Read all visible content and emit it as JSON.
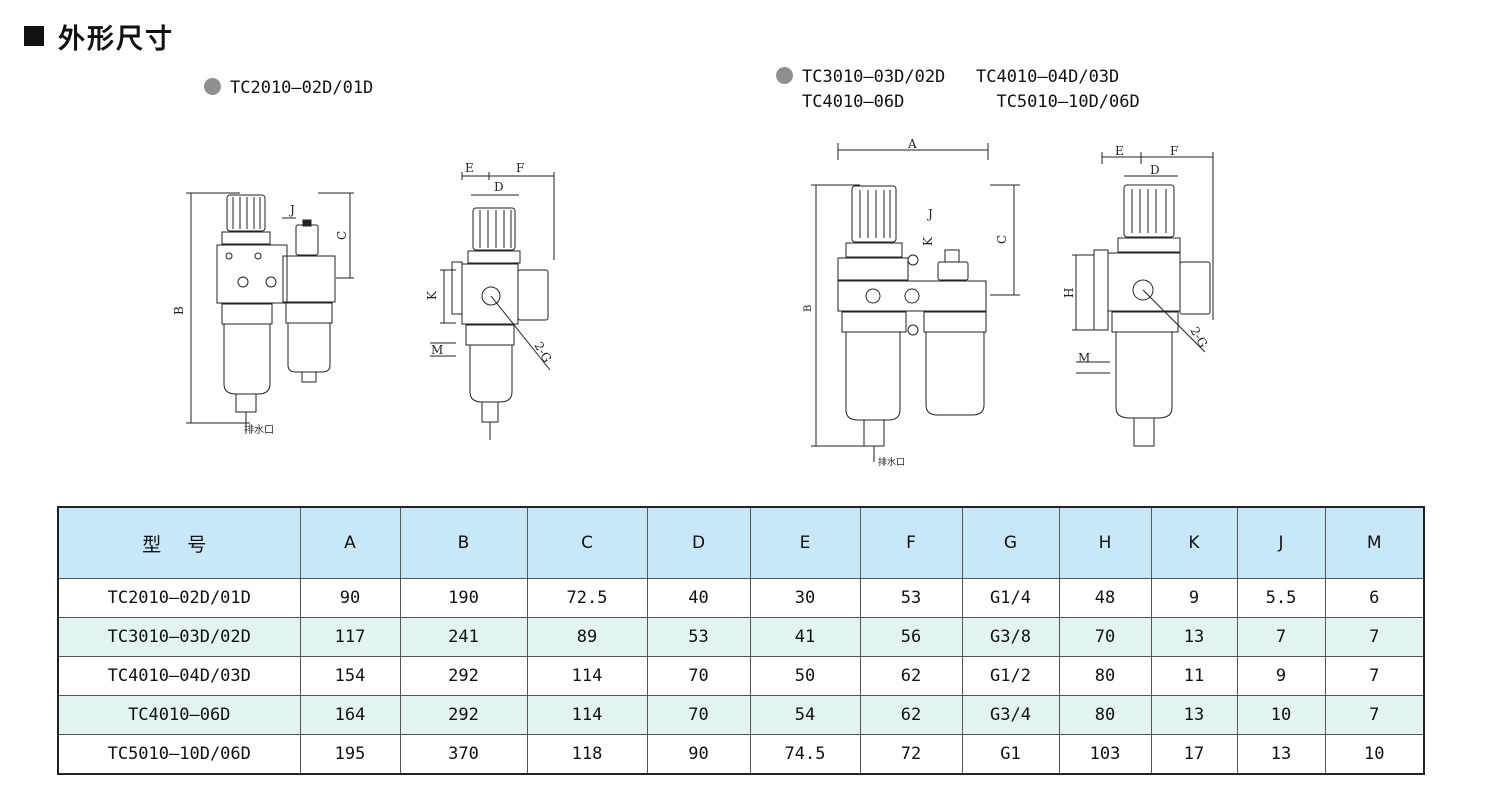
{
  "section": {
    "title": "外形尺寸"
  },
  "labels": {
    "left_model": "TC2010—02D/01D",
    "right_models": [
      "TC3010—03D/02D   TC4010—04D/03D",
      "TC4010—06D         TC5010—10D/06D"
    ],
    "drain": "排水口"
  },
  "dims": {
    "a": "A",
    "b": "B",
    "c": "C",
    "d": "D",
    "e": "E",
    "f": "F",
    "g": "2-G",
    "h": "H",
    "j": "J",
    "k": "K",
    "m": "M"
  },
  "table": {
    "headers": [
      "型 号",
      "A",
      "B",
      "C",
      "D",
      "E",
      "F",
      "G",
      "H",
      "K",
      "J",
      "M"
    ],
    "rows": [
      [
        "TC2010—02D/01D",
        "90",
        "190",
        "72.5",
        "40",
        "30",
        "53",
        "G1/4",
        "48",
        "9",
        "5.5",
        "6"
      ],
      [
        "TC3010—03D/02D",
        "117",
        "241",
        "89",
        "53",
        "41",
        "56",
        "G3/8",
        "70",
        "13",
        "7",
        "7"
      ],
      [
        "TC4010—04D/03D",
        "154",
        "292",
        "114",
        "70",
        "50",
        "62",
        "G1/2",
        "80",
        "11",
        "9",
        "7"
      ],
      [
        "TC4010—06D",
        "164",
        "292",
        "114",
        "70",
        "54",
        "62",
        "G3/4",
        "80",
        "13",
        "10",
        "7"
      ],
      [
        "TC5010—10D/06D",
        "195",
        "370",
        "118",
        "90",
        "74.5",
        "72",
        "G1",
        "103",
        "17",
        "13",
        "10"
      ]
    ]
  }
}
